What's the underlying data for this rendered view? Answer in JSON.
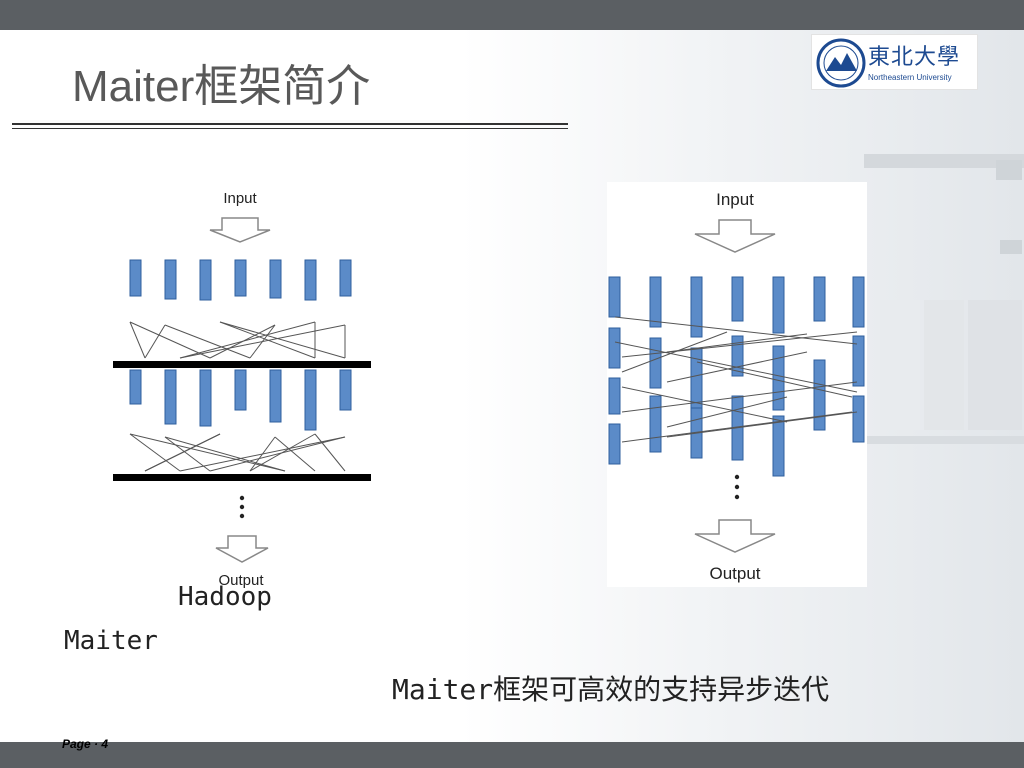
{
  "slide": {
    "title": "Maiter框架简介",
    "page_label": "Page · 4"
  },
  "logo": {
    "name_cn": "東北大學",
    "name_en": "Northeastern University"
  },
  "hadoop_diagram": {
    "input_label": "Input",
    "output_label": "Output",
    "caption": "Hadoop"
  },
  "maiter_diagram": {
    "input_label": "Input",
    "output_label": "Output",
    "caption": "Maiter"
  },
  "summary": "Maiter框架可高效的支持异步迭代",
  "colors": {
    "bar_fill": "#5b8bc8",
    "bar_stroke": "#2f5f9e",
    "chrome_bar": "#5b5f63",
    "logo_blue": "#1d4a91"
  }
}
